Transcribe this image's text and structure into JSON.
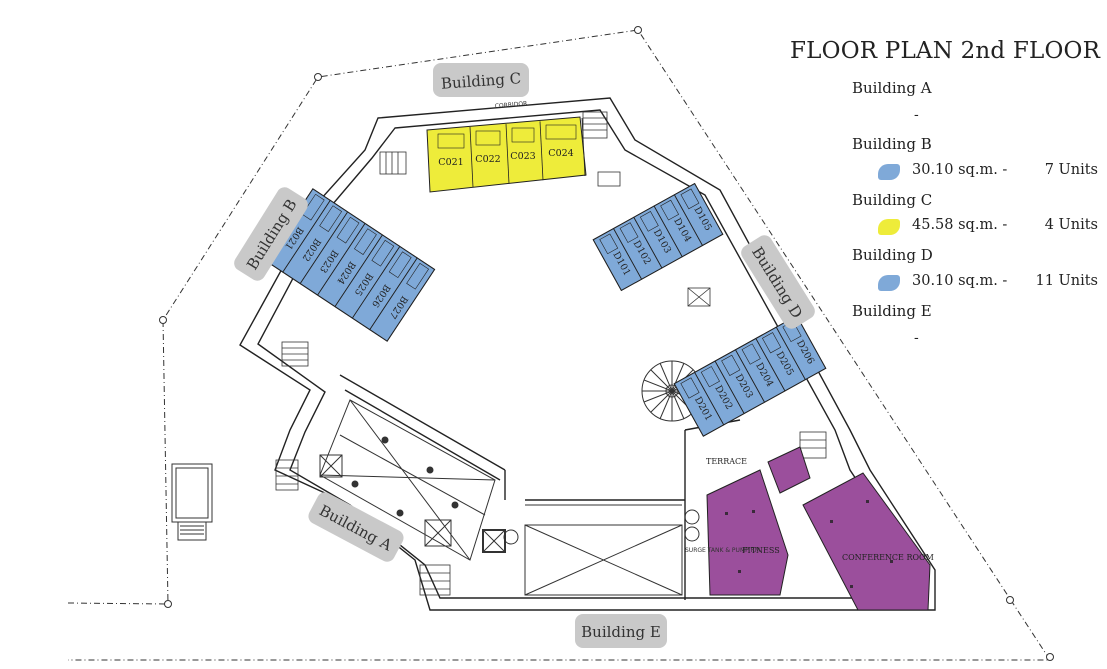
{
  "title": "FLOOR PLAN 2nd FLOOR",
  "colors": {
    "building_b": "#7fa9d8",
    "building_c": "#eeec3a",
    "building_d": "#7fa9d8",
    "facility": "#9b4f9c",
    "pill": "#c9c9c9"
  },
  "legend": [
    {
      "building": "Building A",
      "dash": "-"
    },
    {
      "building": "Building B",
      "area": "30.10 sq.m. -",
      "units": "7 Units",
      "color": "#7fa9d8"
    },
    {
      "building": "Building C",
      "area": "45.58 sq.m. -",
      "units": "4 Units",
      "color": "#eeec3a"
    },
    {
      "building": "Building D",
      "area": "30.10 sq.m. -",
      "units": "11 Units",
      "color": "#7fa9d8"
    },
    {
      "building": "Building E",
      "dash": "-"
    }
  ],
  "building_labels": {
    "a": "Building A",
    "b": "Building B",
    "c": "Building C",
    "d": "Building D",
    "e": "Building E"
  },
  "units_b": [
    "B021",
    "B022",
    "B023",
    "B024",
    "B025",
    "B026",
    "B027"
  ],
  "units_c": [
    "C021",
    "C022",
    "C023",
    "C024"
  ],
  "units_d1": [
    "D101",
    "D102",
    "D103",
    "D104",
    "D105"
  ],
  "units_d2": [
    "D201",
    "D202",
    "D203",
    "D204",
    "D205",
    "D206"
  ],
  "rooms": {
    "terrace": "TERRACE",
    "fitness": "FITNESS",
    "conference": "CONFERENCE ROOM",
    "corridor": "CORRIDOR",
    "surge": "SURGE TANK & PUMP RM."
  }
}
